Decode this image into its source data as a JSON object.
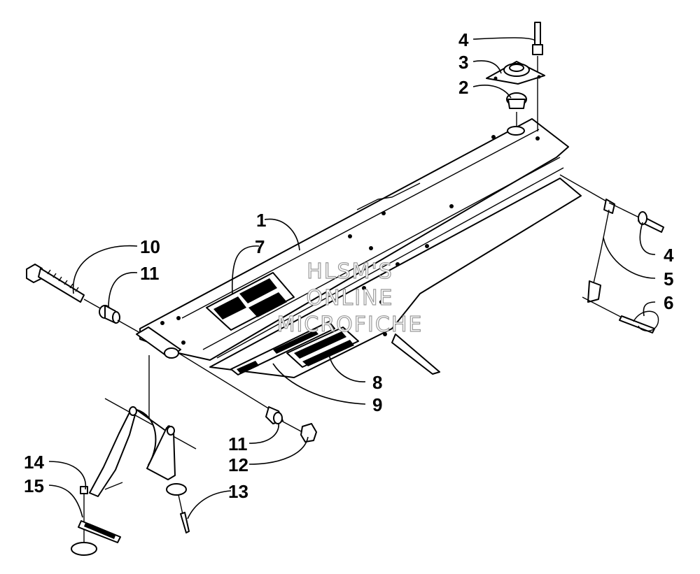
{
  "watermark": {
    "line1": "HLSM'S",
    "line2": "ONLINE",
    "line3": "MICROFICHE"
  },
  "callouts": [
    {
      "id": "c1",
      "label": "1"
    },
    {
      "id": "c2",
      "label": "2"
    },
    {
      "id": "c3",
      "label": "3"
    },
    {
      "id": "c4a",
      "label": "4"
    },
    {
      "id": "c4b",
      "label": "4"
    },
    {
      "id": "c5",
      "label": "5"
    },
    {
      "id": "c6",
      "label": "6"
    },
    {
      "id": "c7",
      "label": "7"
    },
    {
      "id": "c8",
      "label": "8"
    },
    {
      "id": "c9",
      "label": "9"
    },
    {
      "id": "c10",
      "label": "10"
    },
    {
      "id": "c11a",
      "label": "11"
    },
    {
      "id": "c11b",
      "label": "11"
    },
    {
      "id": "c12",
      "label": "12"
    },
    {
      "id": "c13",
      "label": "13"
    },
    {
      "id": "c14",
      "label": "14"
    },
    {
      "id": "c15",
      "label": "15"
    }
  ]
}
